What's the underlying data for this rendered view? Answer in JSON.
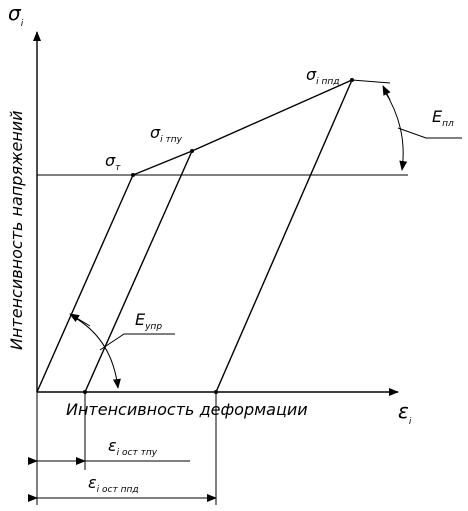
{
  "axes": {
    "y_symbol": "σ",
    "y_symbol_sub": "i",
    "y_title": "Интенсивность напряжений",
    "x_symbol": "ε",
    "x_symbol_sub": "i",
    "x_title": "Интенсивность деформации"
  },
  "points": {
    "sigma_t": {
      "main": "σ",
      "sub": "т"
    },
    "sigma_tpu": {
      "main": "σ",
      "sub": "i тпу"
    },
    "sigma_ppd": {
      "main": "σ",
      "sub": "i ппд"
    }
  },
  "moduli": {
    "e_upr": {
      "main": "E",
      "sub": "упр"
    },
    "e_pl": {
      "main": "E",
      "sub": "пл"
    }
  },
  "dimensions": {
    "eps_tpu": {
      "main": "ε",
      "sub": "i ост тпу"
    },
    "eps_ppd": {
      "main": "ε",
      "sub": "i ост ппд"
    }
  }
}
